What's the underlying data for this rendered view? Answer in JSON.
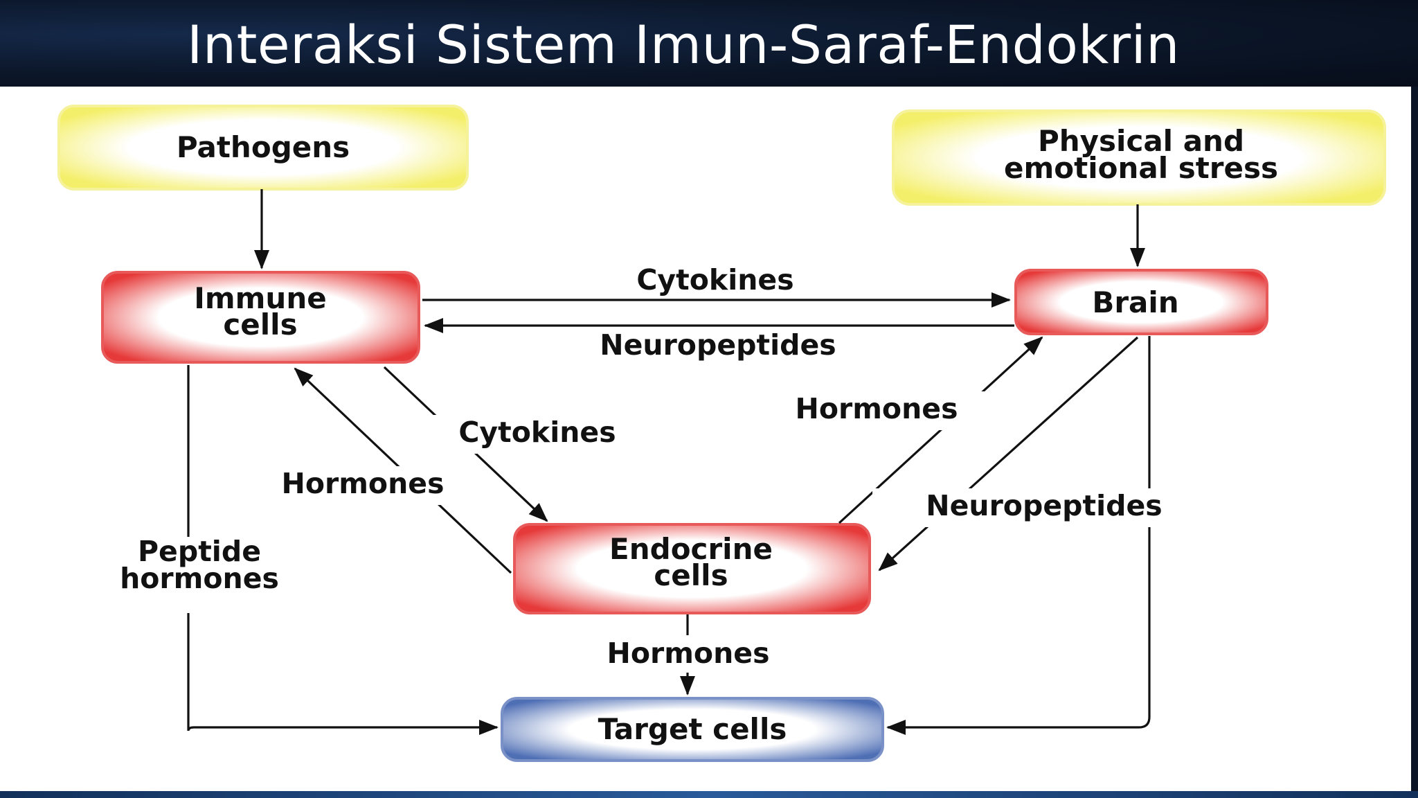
{
  "slide": {
    "title": "Interaksi Sistem Imun-Saraf-Endokrin"
  },
  "diagram": {
    "nodes": {
      "pathogens": {
        "lines": [
          "Pathogens"
        ]
      },
      "stress": {
        "lines": [
          "Physical and",
          "emotional stress"
        ]
      },
      "immune": {
        "lines": [
          "Immune",
          "cells"
        ]
      },
      "brain": {
        "lines": [
          "Brain"
        ]
      },
      "endocrine": {
        "lines": [
          "Endocrine",
          "cells"
        ]
      },
      "target": {
        "lines": [
          "Target cells"
        ]
      }
    },
    "edge_labels": {
      "cytokines_top": "Cytokines",
      "neuropeptides_top": "Neuropeptides",
      "cytokines_diag": "Cytokines",
      "hormones_left": "Hormones",
      "hormones_right": "Hormones",
      "neuropeptides_right": "Neuropeptides",
      "peptide_hormones_1": "Peptide",
      "peptide_hormones_2": "hormones",
      "hormones_bottom": "Hormones"
    },
    "colors": {
      "input_box_edge": "#f4ef6a",
      "cell_box_edge": "#e63a3a",
      "target_box_edge": "#4f6fb5",
      "arrow": "#111111"
    }
  }
}
